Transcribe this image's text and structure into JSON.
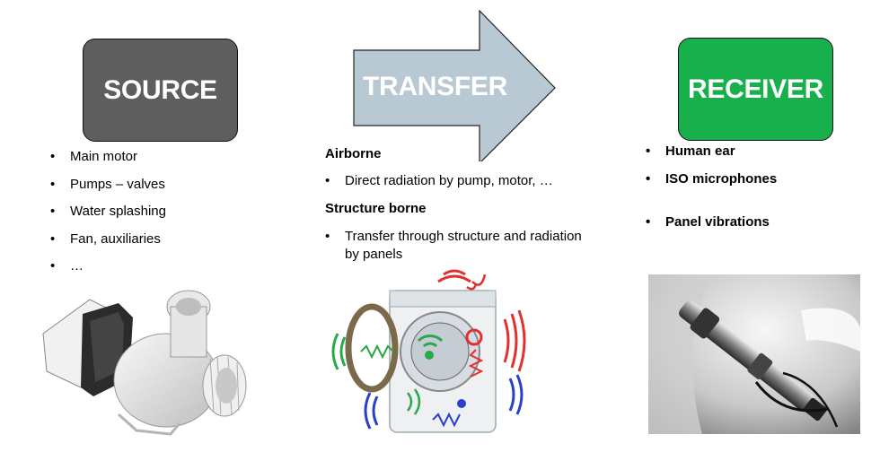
{
  "source": {
    "title": "SOURCE",
    "items": [
      "Main motor",
      "Pumps – valves",
      "Water splashing",
      "Fan, auxiliaries",
      "…"
    ]
  },
  "transfer": {
    "title": "TRANSFER",
    "airborne": {
      "heading": "Airborne",
      "items": [
        "Direct radiation by pump, motor, …"
      ]
    },
    "structure_borne": {
      "heading": "Structure borne",
      "items": [
        "Transfer through structure and radiation by panels"
      ]
    }
  },
  "receiver": {
    "title": "RECEIVER",
    "items": [
      "Human ear",
      "ISO microphones",
      "Panel vibrations"
    ]
  },
  "colors": {
    "source_box": "#5e5e5e",
    "arrow_fill": "#b8c9d3",
    "receiver_box": "#17b04c",
    "airborne_wave_red": "#e03030",
    "wave_green": "#2aa84a",
    "wave_blue": "#2a3fd0"
  },
  "icons": {
    "source_image": "drain-pump-photo",
    "transfer_image": "washing-machine-wave-diagram",
    "receiver_image": "microphone-probe-photo"
  }
}
